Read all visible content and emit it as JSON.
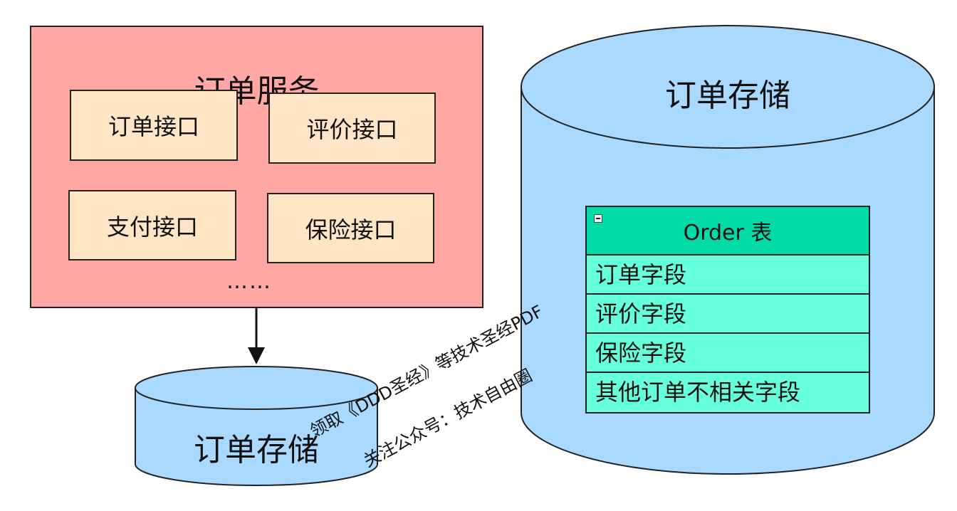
{
  "service": {
    "title": "订单服务",
    "interfaces": [
      {
        "label": "订单接口"
      },
      {
        "label": "评价接口"
      },
      {
        "label": "支付接口"
      },
      {
        "label": "保险接口"
      }
    ],
    "ellipsis": "……"
  },
  "small_db": {
    "title": "订单存储"
  },
  "big_db": {
    "title": "订单存储",
    "table": {
      "title": "Order 表",
      "rows": [
        "订单字段",
        "评价字段",
        "保险字段",
        "其他订单不相关字段"
      ]
    }
  },
  "watermark": {
    "line1": "领取《DDD圣经》等技术圣经PDF",
    "line2": "关注公众号：技术自由圈"
  },
  "colors": {
    "service_fill": "#ffa8a4",
    "interface_fill": "#fde5c6",
    "db_fill": "#a9d9fe",
    "table_header": "#00dba8",
    "table_rows": "#66ffdb"
  }
}
